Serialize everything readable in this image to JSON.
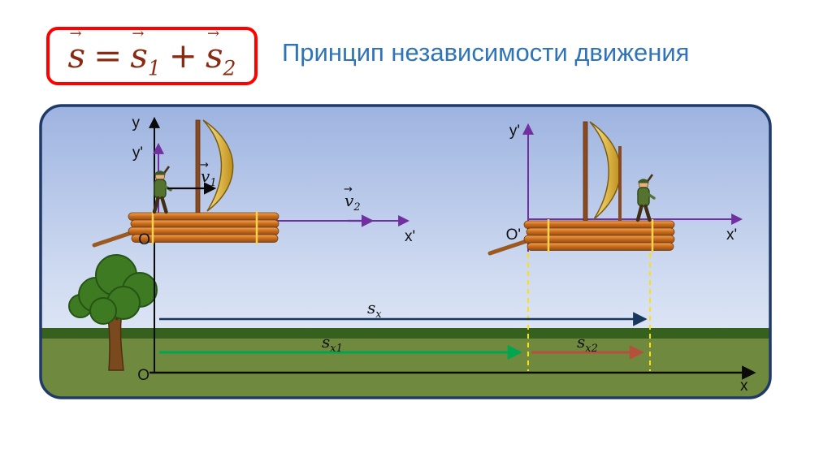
{
  "header": {
    "formula": {
      "arrow": "→",
      "lhs_base": "s",
      "equals": "=",
      "term1_base": "s",
      "term1_sub": "1",
      "plus": "+",
      "term2_base": "s",
      "term2_sub": "2"
    },
    "title": "Принцип независимости движения",
    "colors": {
      "formula_text": "#8b2a12",
      "box_border": "#ff0000",
      "title_text": "#2f74b8"
    }
  },
  "diagram": {
    "axes": {
      "y_label": "y",
      "y_prime_left": "y'",
      "origin_left": "O",
      "x_prime_left": "x'",
      "y_prime_right": "y'",
      "origin_prime": "O'",
      "x_prime_right": "x'",
      "x_label": "x",
      "origin_bottom": "O"
    },
    "vectors": {
      "arrow": "→",
      "v1_base": "v",
      "v1_sub": "1",
      "v2_base": "v",
      "v2_sub": "2",
      "sx_base": "s",
      "sx_sub": "x",
      "sx1_base": "s",
      "sx1_sub": "x1",
      "sx2_base": "s",
      "sx2_sub": "x2"
    },
    "colors": {
      "border": "#1f3a68",
      "axis_purple": "#7030a0",
      "displacement_total": "#17375e",
      "displacement_raft": "#00a550",
      "displacement_man": "#b5503c",
      "guide_dash": "#ffe000"
    }
  }
}
